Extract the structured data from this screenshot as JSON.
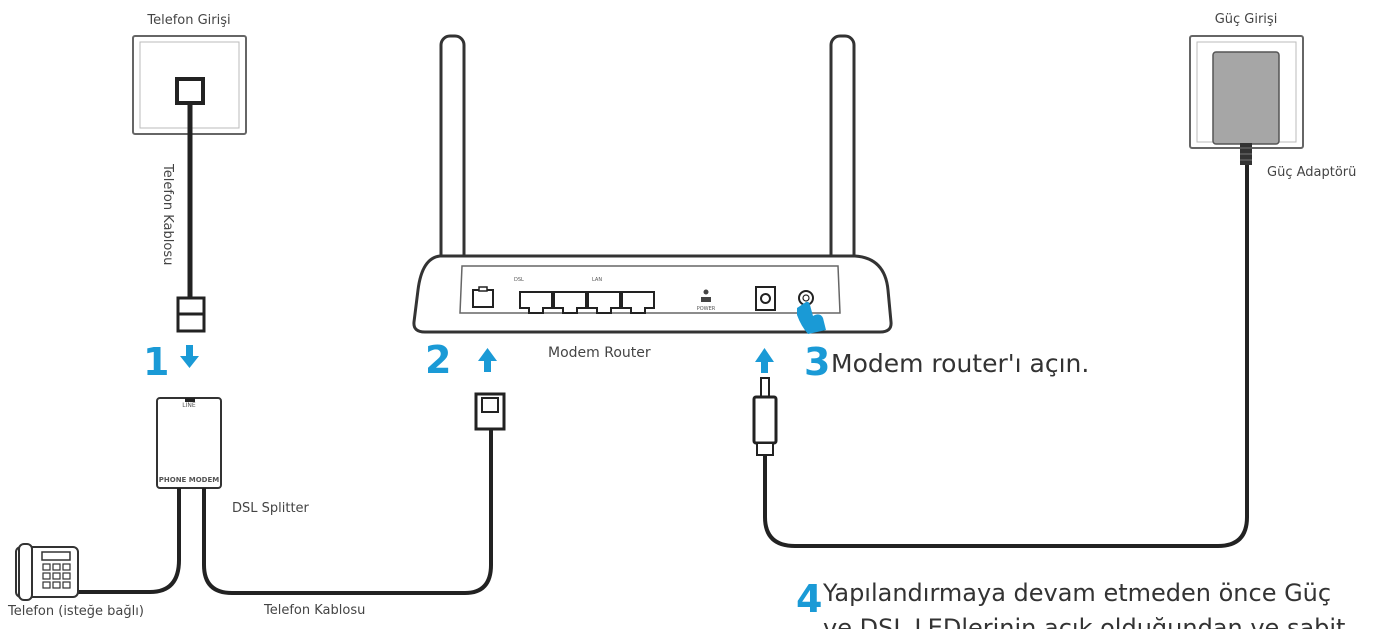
{
  "colors": {
    "accent": "#1a9ad6",
    "line": "#222222",
    "device_stroke": "#333333",
    "panel_stroke": "#555555"
  },
  "labels": {
    "phone_jack": "Telefon Girişi",
    "phone_cable_vertical": "Telefon Kablosu",
    "power_socket": "Güç Girişi",
    "power_adapter": "Güç Adaptörü",
    "modem_router": "Modem Router",
    "dsl_splitter": "DSL Splitter",
    "telephone": "Telefon (isteğe bağlı)",
    "phone_cable_bottom": "Telefon Kablosu",
    "splitter_ports": "PHONE MODEM",
    "splitter_top_port": "LINE",
    "router_dsl_port": "DSL",
    "router_lan_ports": "LAN",
    "router_power_port": "POWER"
  },
  "steps": [
    {
      "number": "1",
      "text": ""
    },
    {
      "number": "2",
      "text": ""
    },
    {
      "number": "3",
      "text": "Modem router'ı açın."
    },
    {
      "number": "4",
      "text": "Yapılandırmaya devam etmeden önce Güç",
      "text_line2": "ve DSL LEDlerinin açık olduğundan ve sabit"
    }
  ],
  "icons": [
    "arrow-up-icon",
    "arrow-down-icon",
    "hand-pointer-icon",
    "telephone-icon",
    "power-adapter-icon",
    "wall-socket-icon"
  ]
}
